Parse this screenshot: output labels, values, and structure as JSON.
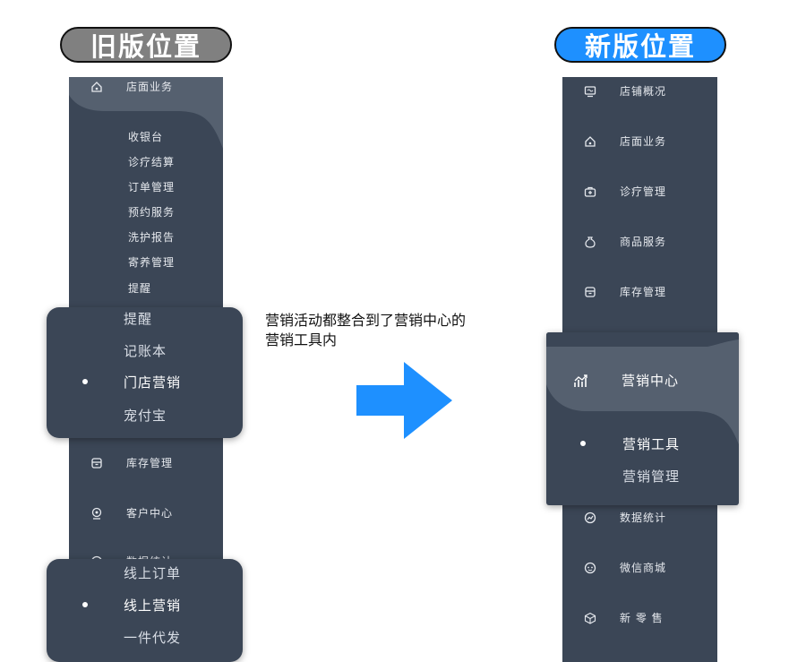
{
  "labels": {
    "old": "旧版位置",
    "new": "新版位置"
  },
  "description": {
    "line1": "营销活动都整合到了营销中心的",
    "line2": "营销工具内"
  },
  "colors": {
    "accent": "#1e90ff",
    "old_pill": "#808080",
    "sidebar": "#3b4656",
    "highlight": "#55606f"
  },
  "old_sidebar": {
    "header": {
      "label": "店面业务",
      "icon": "house-icon"
    },
    "subitems": [
      "收银台",
      "诊疗结算",
      "订单管理",
      "预约服务",
      "洗护报告",
      "寄养管理",
      "提醒"
    ],
    "items": [
      {
        "label": "库存管理",
        "icon": "box-icon"
      },
      {
        "label": "客户中心",
        "icon": "customer-icon"
      },
      {
        "label": "数据统计",
        "icon": "chart-icon"
      }
    ],
    "popup1": {
      "items": [
        "提醒",
        "记账本",
        "门店营销",
        "宠付宝"
      ]
    },
    "popup2": {
      "items": [
        "线上订单",
        "线上营销",
        "一件代发"
      ]
    }
  },
  "new_sidebar": {
    "items_top": [
      {
        "label": "店铺概况",
        "icon": "monitor-icon"
      },
      {
        "label": "店面业务",
        "icon": "house-icon"
      },
      {
        "label": "诊疗管理",
        "icon": "medical-kit-icon"
      },
      {
        "label": "商品服务",
        "icon": "bag-icon"
      },
      {
        "label": "库存管理",
        "icon": "box-icon"
      }
    ],
    "marketing": {
      "label": "营销中心",
      "icon": "trend-chart-icon",
      "subitems": [
        "营销工具",
        "营销管理"
      ]
    },
    "items_bottom": [
      {
        "label": "数据统计",
        "icon": "chart-icon"
      },
      {
        "label": "微信商城",
        "icon": "wechat-icon"
      },
      {
        "label": "新 零 售",
        "icon": "cube-icon"
      }
    ]
  }
}
